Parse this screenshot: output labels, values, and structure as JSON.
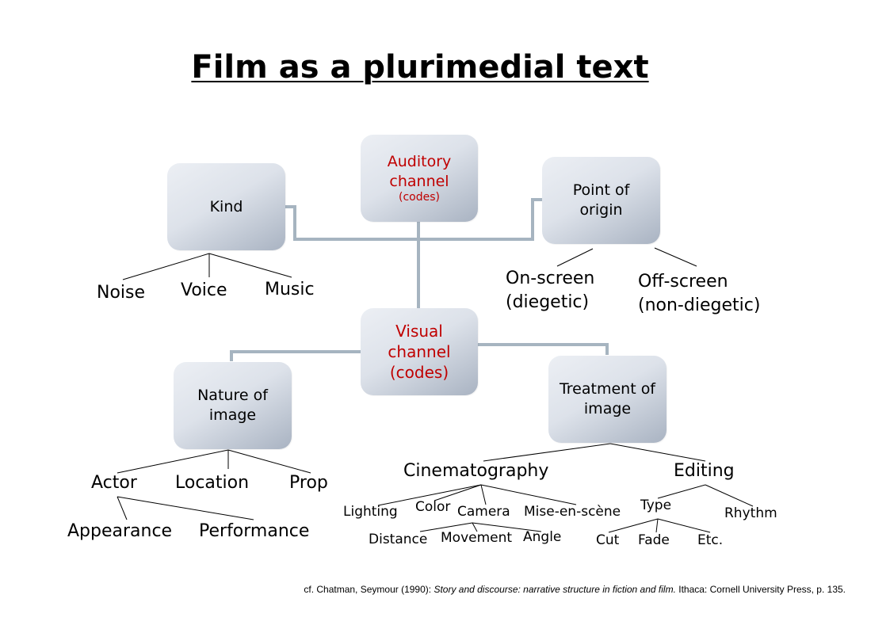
{
  "title": "Film as a plurimedial text",
  "boxes": {
    "auditory": {
      "line1": "Auditory",
      "line2": "channel",
      "line3": "(codes)"
    },
    "visual": {
      "line1": "Visual",
      "line2": "channel",
      "line3": "(codes)"
    },
    "kind": "Kind",
    "point_of_origin": {
      "line1": "Point of",
      "line2": "origin"
    },
    "nature_of_image": {
      "line1": "Nature of",
      "line2": "image"
    },
    "treatment_of_image": {
      "line1": "Treatment of",
      "line2": "image"
    }
  },
  "labels": {
    "noise": "Noise",
    "voice": "Voice",
    "music": "Music",
    "on_screen": "On-screen\n(diegetic)",
    "off_screen": "Off-screen\n(non-diegetic)",
    "actor": "Actor",
    "location": "Location",
    "prop": "Prop",
    "appearance": "Appearance",
    "performance": "Performance",
    "cinematography": "Cinematography",
    "editing": "Editing",
    "lighting": "Lighting",
    "color": "Color",
    "camera": "Camera",
    "mise_en_scene": "Mise-en-scène",
    "distance": "Distance",
    "movement": "Movement",
    "angle": "Angle",
    "type": "Type",
    "rhythm": "Rhythm",
    "cut": "Cut",
    "fade": "Fade",
    "etc": "Etc."
  },
  "citation": {
    "prefix": "cf. Chatman, Seymour (1990): ",
    "work": "Story and discourse: narrative structure in fiction and film.",
    "suffix": " Ithaca: Cornell University Press, p. 135."
  },
  "colors": {
    "accent": "#c00000",
    "connector": "#a6b4c0",
    "tree_line": "#000000"
  }
}
